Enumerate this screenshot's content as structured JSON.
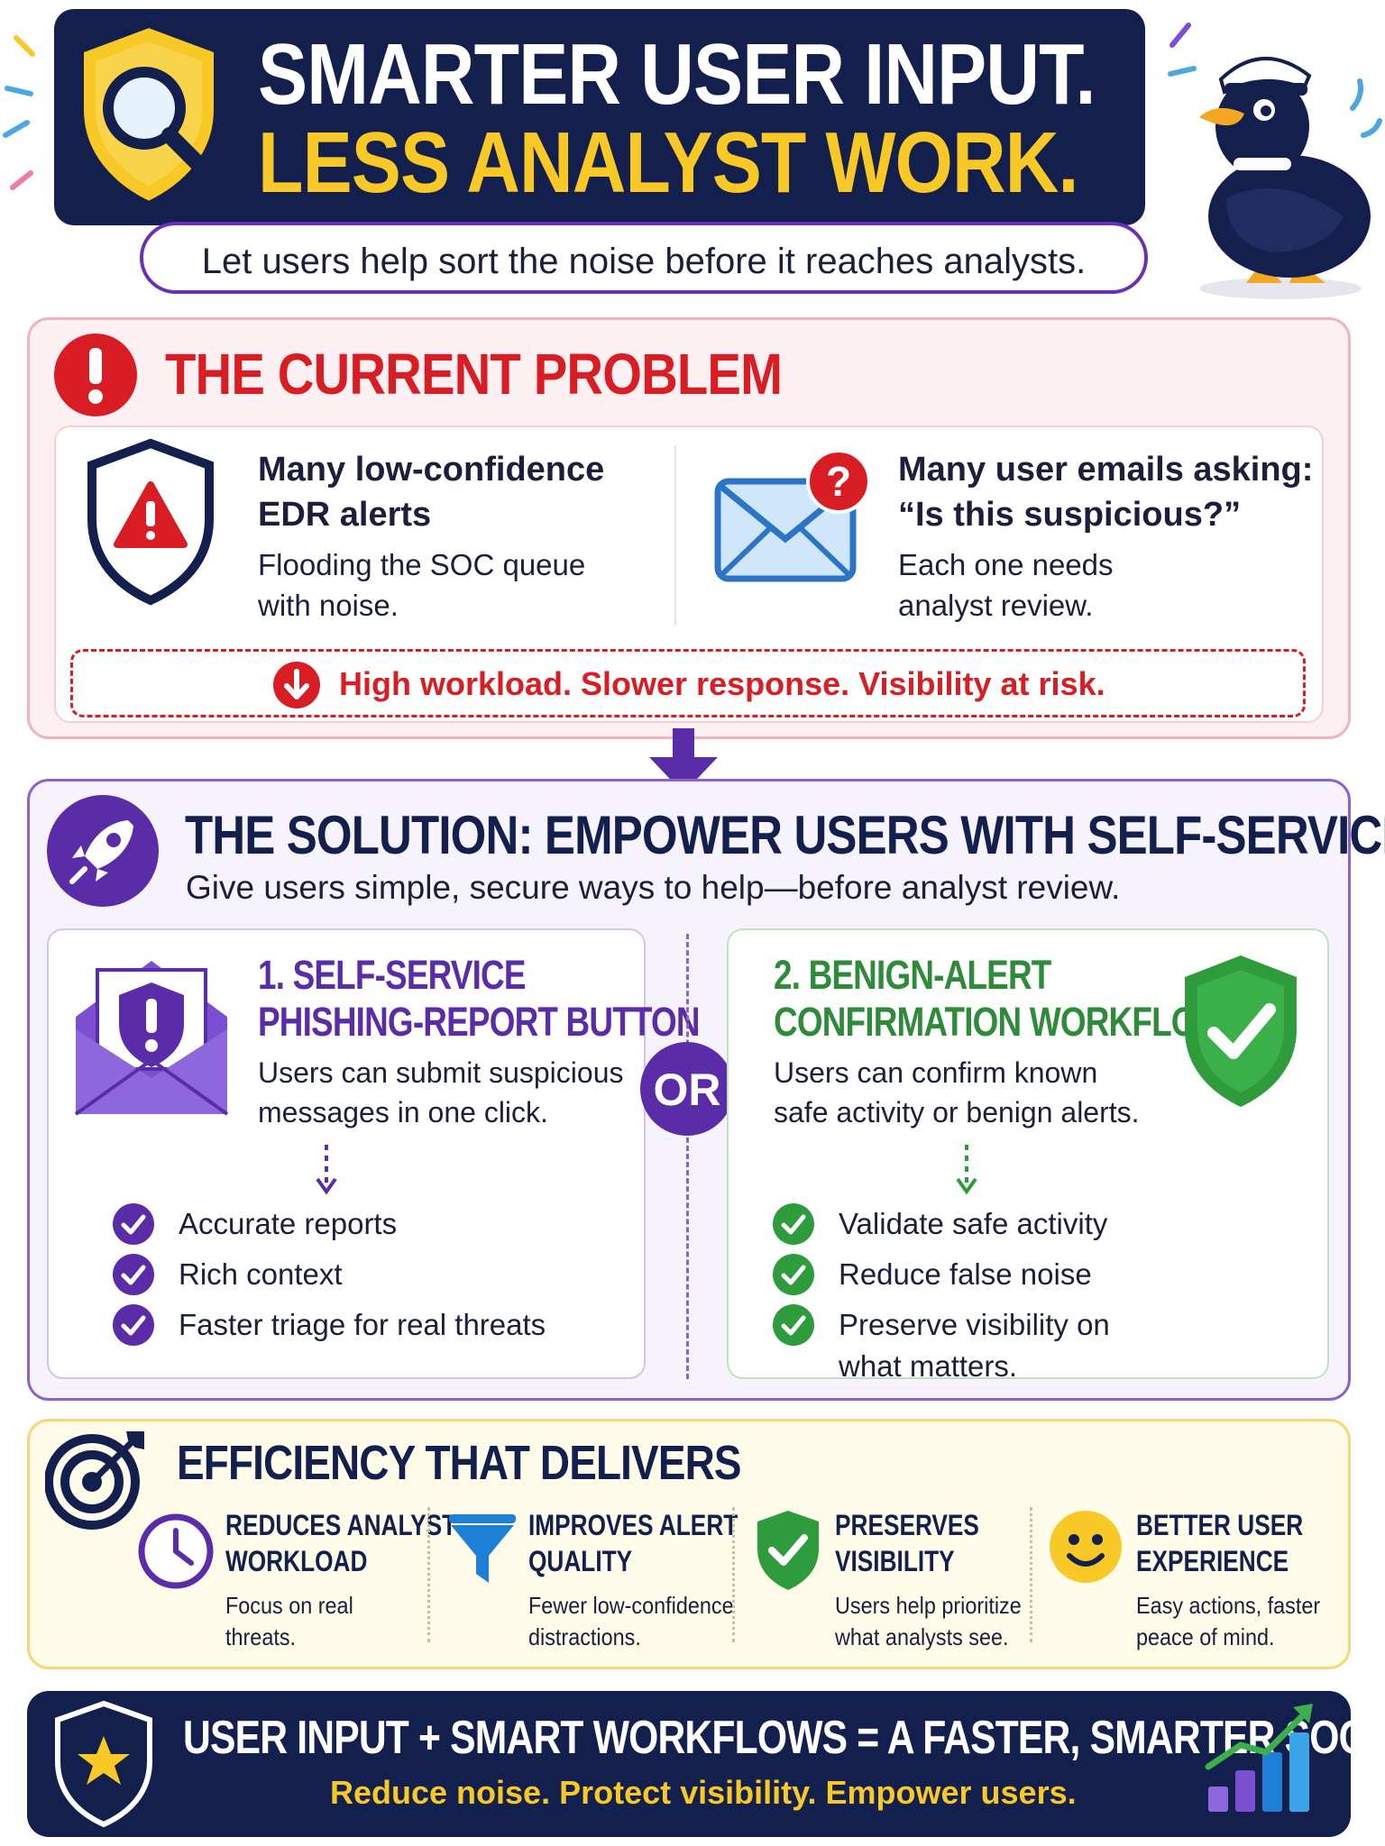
{
  "header": {
    "title_line1": "SMARTER USER INPUT.",
    "title_line2": "LESS ANALYST WORK.",
    "subtitle": "Let users help sort the noise before it reaches analysts."
  },
  "problem": {
    "title": "THE CURRENT PROBLEM",
    "items": [
      {
        "title_line1": "Many low-confidence",
        "title_line2": "EDR alerts",
        "body_line1": "Flooding the SOC queue",
        "body_line2": "with noise."
      },
      {
        "title_line1": "Many user emails asking:",
        "title_line2": "“Is this suspicious?”",
        "body_line1": "Each one needs",
        "body_line2": "analyst review."
      }
    ],
    "risk": "High workload. Slower response. Visibility at risk.",
    "question_mark": "?"
  },
  "solution": {
    "title": "THE SOLUTION: EMPOWER USERS WITH SELF-SERVICE",
    "subtitle": "Give users simple, secure ways to help—before analyst review.",
    "or_label": "OR",
    "options": [
      {
        "title_line1": "1. SELF-SERVICE",
        "title_line2": "PHISHING-REPORT BUTTON",
        "body_line1": "Users can submit suspicious",
        "body_line2": "messages in one click.",
        "benefits": [
          "Accurate reports",
          "Rich context",
          "Faster triage for real threats"
        ]
      },
      {
        "title_line1": "2. BENIGN-ALERT",
        "title_line2": "CONFIRMATION WORKFLOW",
        "body_line1": "Users can confirm known",
        "body_line2": "safe activity or benign alerts.",
        "benefits": [
          "Validate safe activity",
          "Reduce false noise",
          "Preserve visibility on",
          "what matters."
        ]
      }
    ]
  },
  "efficiency": {
    "title": "EFFICIENCY THAT DELIVERS",
    "items": [
      {
        "title_line1": "REDUCES ANALYST",
        "title_line2": "WORKLOAD",
        "body_line1": "Focus on real",
        "body_line2": "threats."
      },
      {
        "title_line1": "IMPROVES ALERT",
        "title_line2": "QUALITY",
        "body_line1": "Fewer low-confidence",
        "body_line2": "distractions."
      },
      {
        "title_line1": "PRESERVES",
        "title_line2": "VISIBILITY",
        "body_line1": "Users help prioritize",
        "body_line2": "what analysts see."
      },
      {
        "title_line1": "BETTER USER",
        "title_line2": "EXPERIENCE",
        "body_line1": "Easy actions, faster",
        "body_line2": "peace of mind."
      }
    ]
  },
  "footer": {
    "line1": "USER INPUT + SMART WORKFLOWS = A FASTER, SMARTER SOC",
    "line2": "Reduce noise. Protect visibility. Empower users."
  },
  "colors": {
    "navy": "#13204d",
    "yellow": "#f7c826",
    "red": "#d81e24",
    "purple": "#5b2ca8",
    "green": "#2e9b3c"
  }
}
